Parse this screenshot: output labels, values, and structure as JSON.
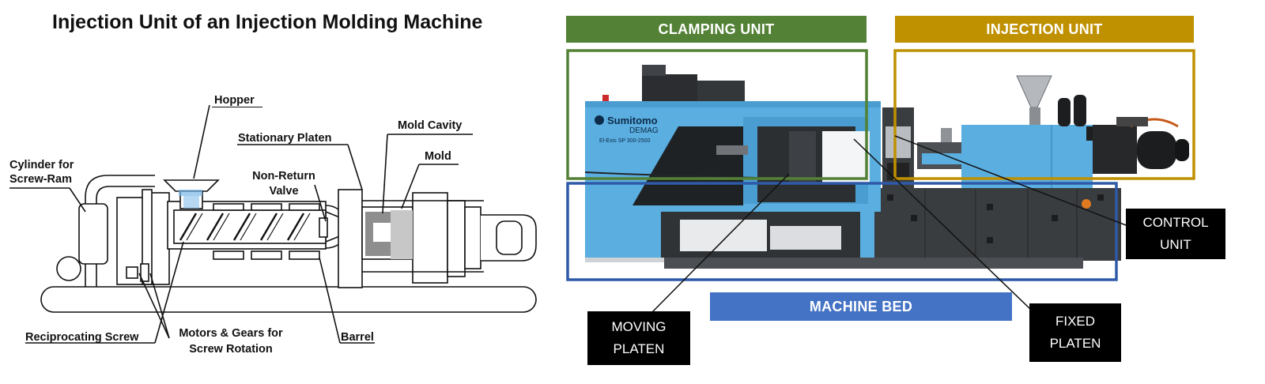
{
  "diagram": {
    "title": "Injection Unit of an Injection Molding Machine",
    "labels": {
      "hopper": "Hopper",
      "mold_cavity": "Mold Cavity",
      "stationary_platen": "Stationary Platen",
      "mold": "Mold",
      "cylinder_line1": "Cylinder for",
      "cylinder_line2": "Screw-Ram",
      "non_return_line1": "Non-Return",
      "non_return_line2": "Valve",
      "reciprocating_screw": "Reciprocating Screw",
      "motors_line1": "Motors & Gears for",
      "motors_line2": "Screw Rotation",
      "barrel": "Barrel"
    }
  },
  "machine_photo": {
    "brand": "Sumitomo",
    "brand_sub": "DEMAG",
    "model": "El-Exis SP 300-2500",
    "banners": {
      "clamping_unit": "CLAMPING UNIT",
      "injection_unit": "INJECTION UNIT",
      "machine_bed": "MACHINE BED"
    },
    "callouts": {
      "control_unit_line1": "CONTROL",
      "control_unit_line2": "UNIT",
      "moving_platen_line1": "MOVING",
      "moving_platen_line2": "PLATEN",
      "fixed_platen_line1": "FIXED",
      "fixed_platen_line2": "PLATEN"
    },
    "colors": {
      "clamping": "#538135",
      "injection": "#bf9000",
      "bed": "#4472c4",
      "machine_blue": "#5aaee0",
      "machine_dark": "#3a3d40"
    }
  }
}
